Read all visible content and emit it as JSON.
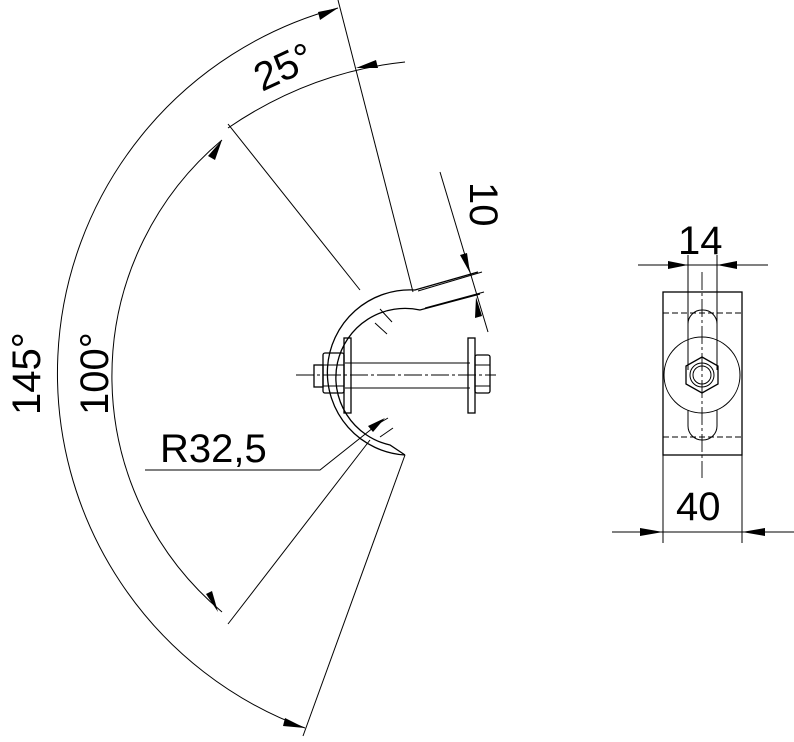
{
  "drawing": {
    "labels": {
      "angle_total": "145°",
      "angle_inner": "100°",
      "angle_top": "25°",
      "thickness": "10",
      "radius": "R32,5",
      "slot_width": "14",
      "width": "40"
    },
    "line_color": "#000000",
    "background": "#ffffff"
  }
}
